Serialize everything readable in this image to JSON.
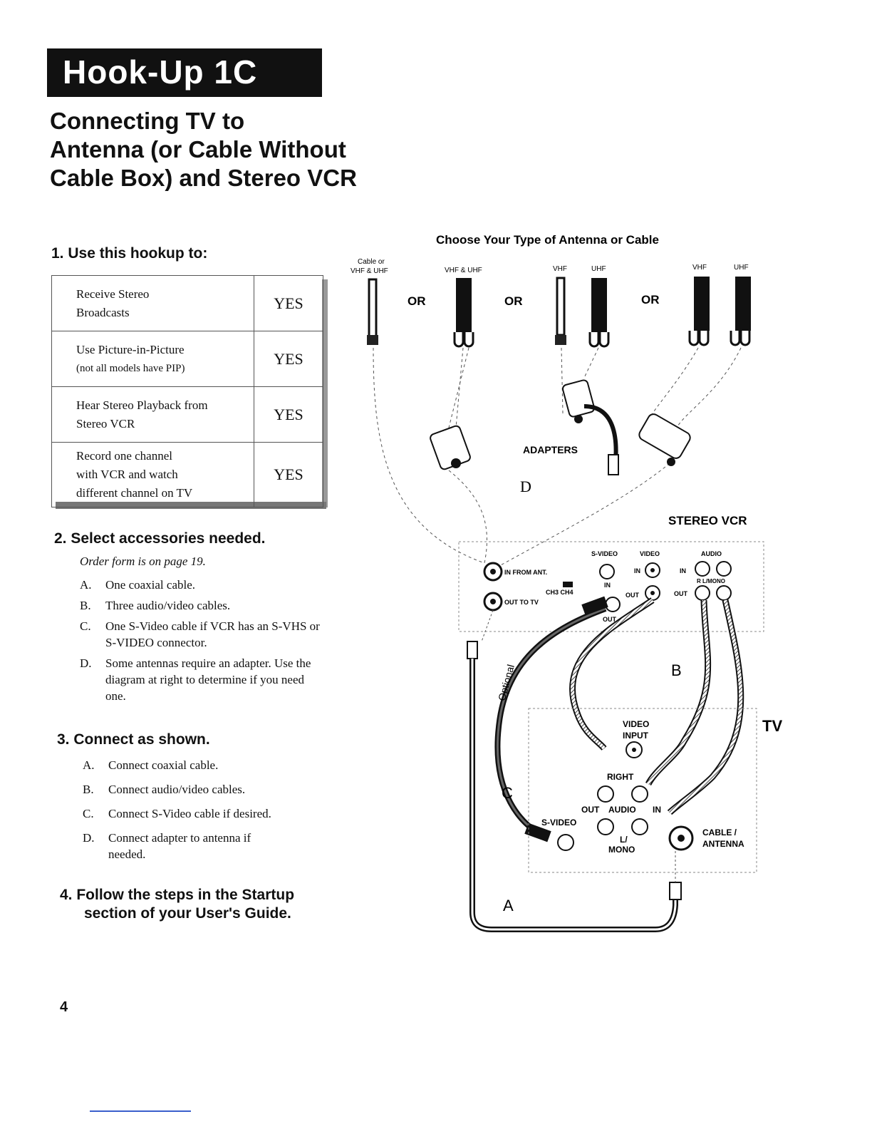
{
  "banner": "Hook-Up 1C",
  "title_lines": [
    "Connecting TV to",
    "Antenna (or Cable Without",
    "Cable Box) and Stereo VCR"
  ],
  "step1": {
    "heading": "1.  Use this hookup to:",
    "rows": [
      {
        "lines": [
          "Receive Stereo",
          "Broadcasts"
        ],
        "answer": "YES"
      },
      {
        "lines": [
          "Use Picture-in-Picture"
        ],
        "note": "(not all models have PIP)",
        "answer": "YES"
      },
      {
        "lines": [
          "Hear  Stereo Playback from",
          "Stereo VCR"
        ],
        "answer": "YES"
      },
      {
        "lines": [
          "Record one channel",
          "with VCR and watch",
          "different channel on TV"
        ],
        "answer": "YES"
      }
    ]
  },
  "step2": {
    "heading": "2.  Select accessories needed.",
    "subtitle": "Order form is on page 19.",
    "items": [
      {
        "letter": "A.",
        "text": "One coaxial cable."
      },
      {
        "letter": "B.",
        "text": "Three audio/video cables."
      },
      {
        "letter": "C.",
        "text": "One S-Video cable if VCR has an S-VHS or S-VIDEO connector."
      },
      {
        "letter": "D.",
        "text": "Some antennas require an adapter. Use the diagram at right to determine if you need one."
      }
    ]
  },
  "step3": {
    "heading": "3.  Connect as shown.",
    "items": [
      {
        "letter": "A.",
        "text": "Connect coaxial cable."
      },
      {
        "letter": "B.",
        "text": "Connect audio/video cables."
      },
      {
        "letter": "C.",
        "text": "Connect S-Video cable if desired."
      },
      {
        "letter": "D.",
        "text": "Connect adapter to antenna if needed."
      }
    ]
  },
  "step4": {
    "line1": "4.  Follow the steps in the Startup",
    "line2": "section of your User's Guide."
  },
  "page_number": "4",
  "diagram": {
    "heading": "Choose Your Type of Antenna or Cable",
    "ant1_label1": "Cable or",
    "ant1_label2": "VHF & UHF",
    "ant2_label": "VHF & UHF",
    "vhf": "VHF",
    "uhf": "UHF",
    "or": "OR",
    "adapters": "ADAPTERS",
    "label_d": "D",
    "stereo_vcr": "STEREO VCR",
    "vcr_svideo": "S-VIDEO",
    "vcr_video": "VIDEO",
    "vcr_audio": "AUDIO",
    "vcr_in": "IN",
    "vcr_out": "OUT",
    "vcr_in_from_ant": "IN FROM ANT.",
    "vcr_out_to_tv": "OUT TO TV",
    "vcr_ch": "CH3  CH4",
    "vcr_r_lmono": "R   L/MONO",
    "label_b": "B",
    "label_c": "C",
    "label_a": "A",
    "optional": "Optional",
    "tv": "TV",
    "tv_video_input1": "VIDEO",
    "tv_video_input2": "INPUT",
    "tv_right": "RIGHT",
    "tv_out": "OUT",
    "tv_audio": "AUDIO",
    "tv_in": "IN",
    "tv_svideo": "S-VIDEO",
    "tv_l": "L/",
    "tv_mono": "MONO",
    "tv_cable": "CABLE /",
    "tv_antenna": "ANTENNA"
  }
}
